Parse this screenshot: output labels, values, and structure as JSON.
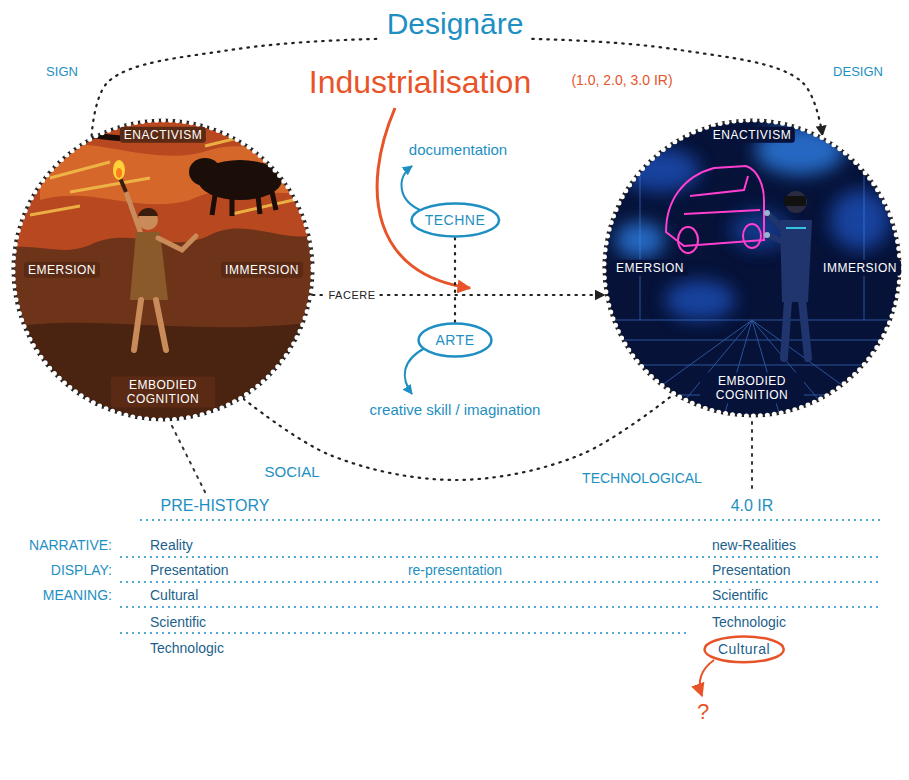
{
  "diagram": {
    "title": "Designāre",
    "nodes": [
      {
        "text": [
          "ENACTIVISM",
          "EMERSION",
          "IMMERSION",
          "EMBODIED COGNITION"
        ]
      },
      {
        "text": [
          "TECHNE"
        ]
      },
      {
        "text": [
          "ARTE"
        ]
      },
      {
        "text": [
          "ENACTIVISM",
          "EMERSION",
          "IMMERSION",
          "EMBODIED COGNITION"
        ]
      },
      {
        "text": [
          "Cultural"
        ]
      }
    ],
    "edges": [
      {
        "from": 0,
        "to": 3,
        "arrow": "to"
      },
      {
        "from": 0,
        "to": 3,
        "label": "FACERE",
        "arrow": "to"
      },
      {
        "from": 0,
        "to": 3,
        "arrow": "none"
      },
      {
        "from": 1,
        "to": 2,
        "arrow": "none"
      }
    ],
    "labels": [
      "SIGN",
      "DESIGN",
      "Industrialisation",
      "(1.0, 2.0, 3.0 IR)",
      "documentation",
      "creative skill / imagination",
      "SOCIAL",
      "TECHNOLOGICAL",
      "PRE-HISTORY",
      "4.0 IR",
      "NARRATIVE:",
      "Reality",
      "new-Realities",
      "DISPLAY:",
      "Presentation",
      "re-presentation",
      "Presentation",
      "MEANING:",
      "Cultural",
      "Scientific",
      "Technologic",
      "Scientific",
      "Technologic",
      "?"
    ]
  }
}
